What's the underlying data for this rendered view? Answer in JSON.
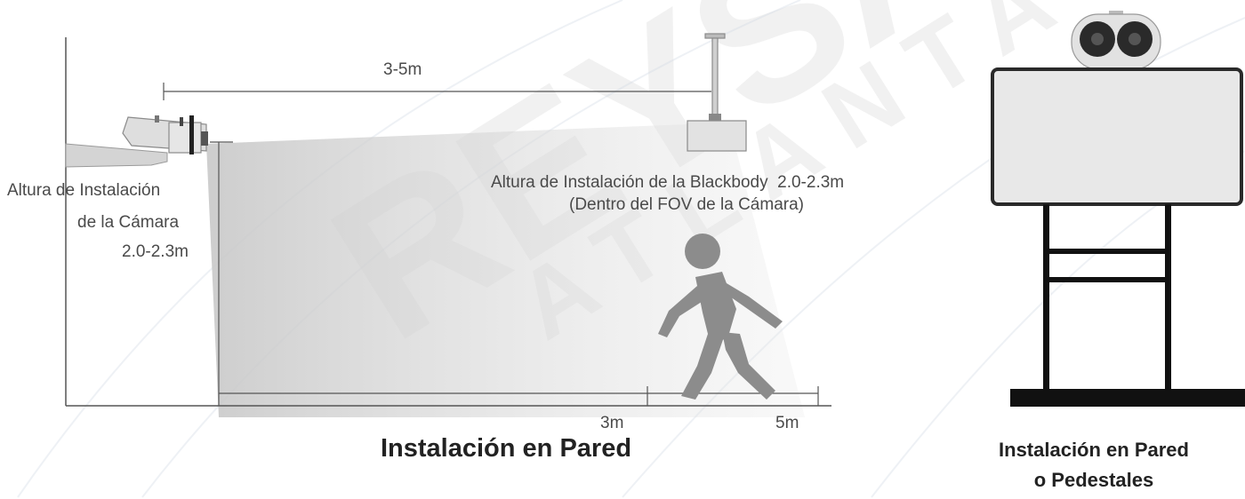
{
  "watermark": {
    "primary": "REYSA",
    "secondary": "ATLANTA"
  },
  "dimensions": {
    "top_span": "3-5m",
    "ground_near": "3m",
    "ground_far": "5m"
  },
  "camera_height": {
    "line1": "Altura de Instalación",
    "line2": "de la Cámara",
    "line3": "2.0-2.3m"
  },
  "blackbody_height": {
    "line1": "Altura de Instalación de la Blackbody  2.0-2.3m",
    "line2": "(Dentro del FOV de la Cámara)"
  },
  "titles": {
    "wall": "Instalación en Pared",
    "pedestal_line1": "Instalación en Pared",
    "pedestal_line2": "o Pedestales"
  },
  "colors": {
    "line": "#555555",
    "device": "#d8d8d8",
    "person": "#8c8c8c",
    "stand": "#111111",
    "watermark": "#969696"
  },
  "icons": [
    "thermal-camera-icon",
    "blackbody-device-icon",
    "walking-person-icon",
    "pedestal-screen-icon",
    "dual-lens-camera-icon"
  ]
}
